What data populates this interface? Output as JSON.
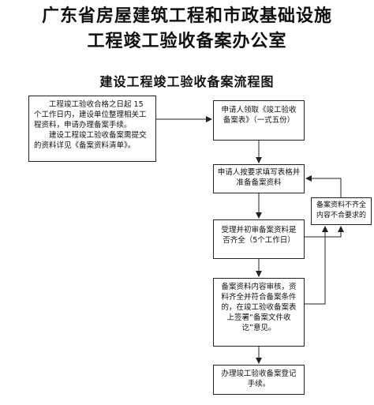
{
  "header": {
    "title_line1": "广东省房屋建筑工程和市政基础设施",
    "title_line2": "工程竣工验收备案办公室",
    "subtitle": "建设工程竣工验收备案流程图"
  },
  "flowchart": {
    "intro_box": {
      "paragraph1": "工程竣工验收合格之日起 15个工作日内，建设单位整理相关工程资料，申请办理备案手续。",
      "paragraph2": "建设工程竣工验收备案需提交的资料详见《备案资料清单》。"
    },
    "steps": [
      "申请人领取《竣工验收备案表》（一式五份）",
      "申请人按要求填写表格并准备备案资料",
      "受理并初审备案资料是否齐全（5个工作日）",
      "备案资料内容审核，资料齐全并符合备案条件的，在竣工验收备案表上签署“备案文件收讫”意见。",
      "办理竣工验收备案登记手续。"
    ],
    "reject_box": "备案资料不齐全内容不合要求的"
  }
}
